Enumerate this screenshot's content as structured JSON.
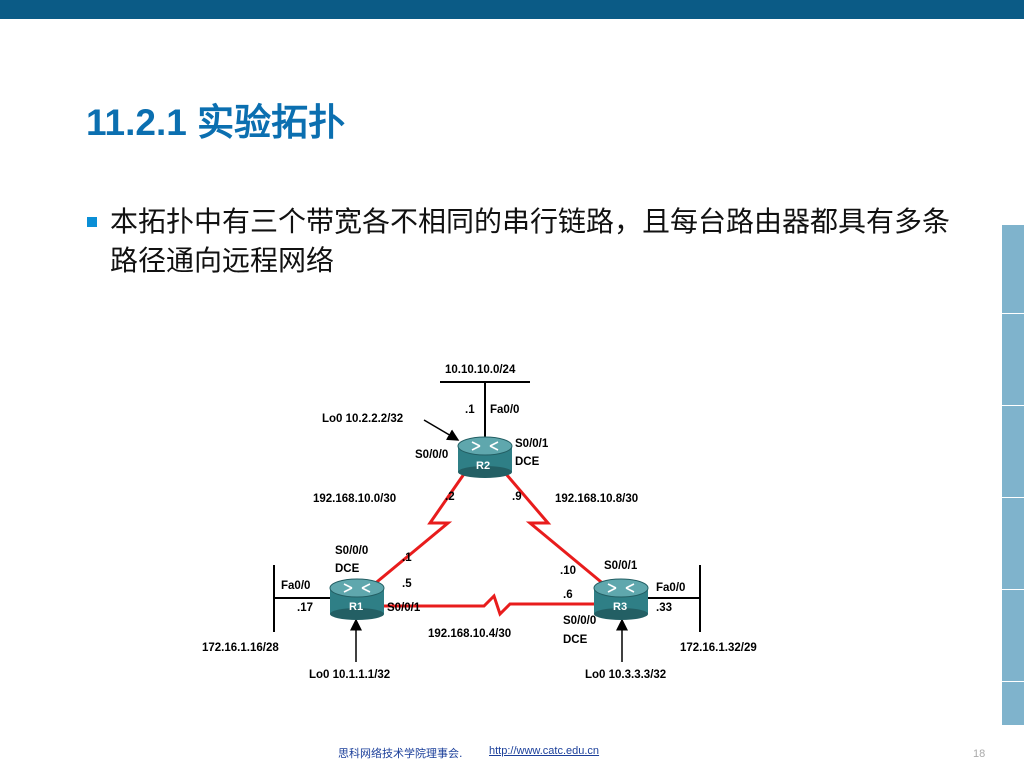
{
  "slide": {
    "title": "11.2.1 实验拓扑",
    "bullet": "本拓扑中有三个带宽各不相同的串行链路，且每台路由器都具有多条路径通向远程网络",
    "footer_text": "思科网络技术学院理事会.",
    "footer_link": "http://www.catc.edu.cn",
    "page_number": "18"
  },
  "colors": {
    "topbar": "#0b5b86",
    "title": "#0b6fb0",
    "serial_link": "#e81c1c",
    "router": "#2f7f86"
  },
  "topology": {
    "routers": {
      "r1": "R1",
      "r2": "R2",
      "r3": "R3"
    },
    "labels": {
      "r2_lan": "10.10.10.0/24",
      "r2_dot1": ".1",
      "r2_fa": "Fa0/0",
      "r2_lo": "Lo0 10.2.2.2/32",
      "r2_s000": "S0/0/0",
      "r2_s001": "S0/0/1",
      "r2_dce": "DCE",
      "net_r1r2": "192.168.10.0/30",
      "r2_dot2": ".2",
      "r2_dot9": ".9",
      "net_r2r3": "192.168.10.8/30",
      "r1_s000": "S0/0/0",
      "r1_dce": "DCE",
      "r1_dot1": ".1",
      "r1_dot5": ".5",
      "r1_fa": "Fa0/0",
      "r1_dot17": ".17",
      "r1_s001": "S0/0/1",
      "r3_dot10": ".10",
      "r3_s001": "S0/0/1",
      "r3_fa": "Fa0/0",
      "r3_dot6": ".6",
      "r3_dot33": ".33",
      "r3_s000": "S0/0/0",
      "r3_dce": "DCE",
      "net_r1r3": "192.168.10.4/30",
      "r1_lan": "172.16.1.16/28",
      "r3_lan": "172.16.1.32/29",
      "r1_lo": "Lo0 10.1.1.1/32",
      "r3_lo": "Lo0 10.3.3.3/32"
    }
  }
}
